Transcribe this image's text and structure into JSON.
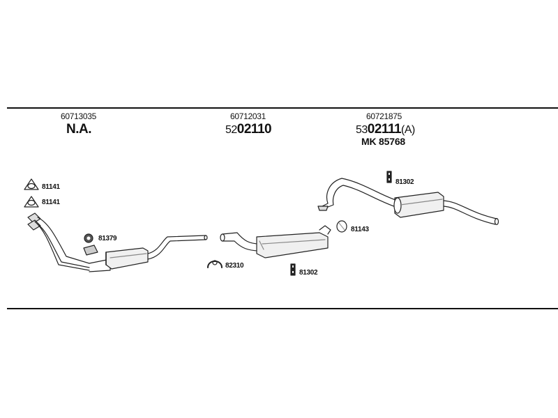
{
  "sections": [
    {
      "part_no": "60713035",
      "code": "N.A.",
      "extra": ""
    },
    {
      "part_no": "60712031",
      "code_prefix": "52",
      "code_main": "02110",
      "extra": ""
    },
    {
      "part_no": "60721875",
      "code_prefix": "53",
      "code_main": "02111",
      "code_suffix": "(A)",
      "extra": "MK 85768"
    }
  ],
  "labels": {
    "gasket_top": "81141",
    "gasket_second": "81141",
    "clamp_front": "81379",
    "clamp_mid": "82310",
    "hanger_mid": "81302",
    "ring_mid": "81143",
    "hanger_rear": "81302"
  }
}
